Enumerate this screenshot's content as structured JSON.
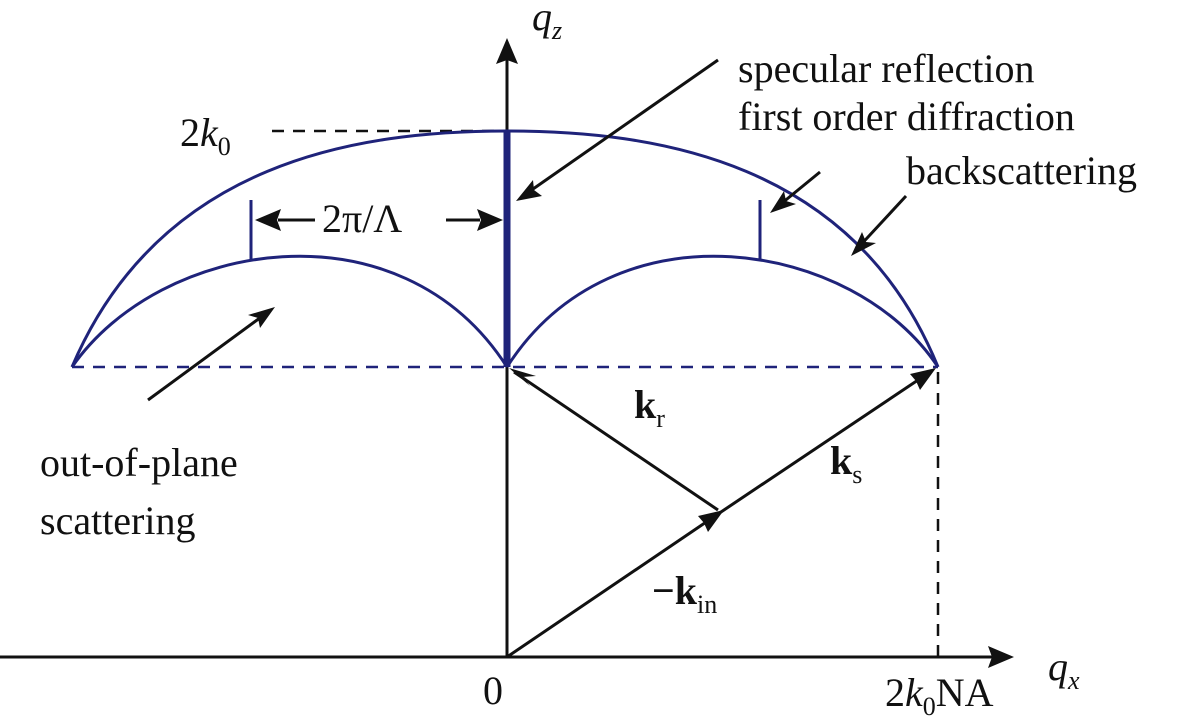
{
  "axes": {
    "qz": {
      "symbol": "q",
      "sub": "z"
    },
    "qx": {
      "symbol": "q",
      "sub": "x"
    },
    "origin": "0",
    "top_mark": {
      "coef": "2",
      "sym": "k",
      "sub": "0"
    },
    "right_mark": {
      "coef": "2",
      "sym": "k",
      "sub": "0",
      "suffix": "NA"
    }
  },
  "labels": {
    "specular": "specular reflection",
    "first_order": "first order diffraction",
    "backscattering": "backscattering",
    "out_of_plane_line1": "out-of-plane",
    "out_of_plane_line2": "scattering",
    "period": "2π/Λ"
  },
  "vectors": {
    "k_r": {
      "sym": "k",
      "sub": "r"
    },
    "k_s": {
      "sym": "k",
      "sub": "s"
    },
    "k_in": {
      "prefix": "−",
      "sym": "k",
      "sub": "in"
    }
  },
  "colors": {
    "curve": "#1f237a",
    "axis": "#111111"
  }
}
